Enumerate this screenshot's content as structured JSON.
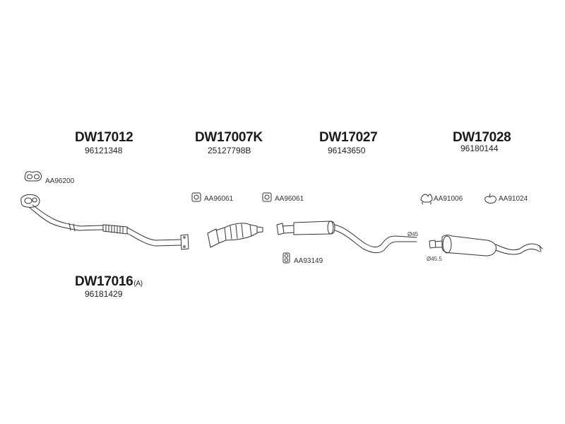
{
  "assemblies": [
    {
      "code": "DW17012",
      "oem": "96121348"
    },
    {
      "code": "DW17007K",
      "oem": "25127798B"
    },
    {
      "code": "DW17027",
      "oem": "96143650"
    },
    {
      "code": "DW17028",
      "oem": "96180144"
    },
    {
      "code": "DW17016",
      "suffix": "(A)",
      "oem": "96181429"
    }
  ],
  "small_parts": [
    {
      "label": "AA96200",
      "icon": "gasket-icon"
    },
    {
      "label": "AA96061",
      "icon": "gasket-icon"
    },
    {
      "label": "AA96061",
      "icon": "gasket-icon"
    },
    {
      "label": "AA91006",
      "icon": "clamp-icon"
    },
    {
      "label": "AA91024",
      "icon": "rubber-hanger-icon"
    },
    {
      "label": "AA93149",
      "icon": "mounting-bracket-icon"
    }
  ],
  "dimensions": [
    {
      "label": "Ø45"
    },
    {
      "label": "Ø45.5"
    }
  ]
}
